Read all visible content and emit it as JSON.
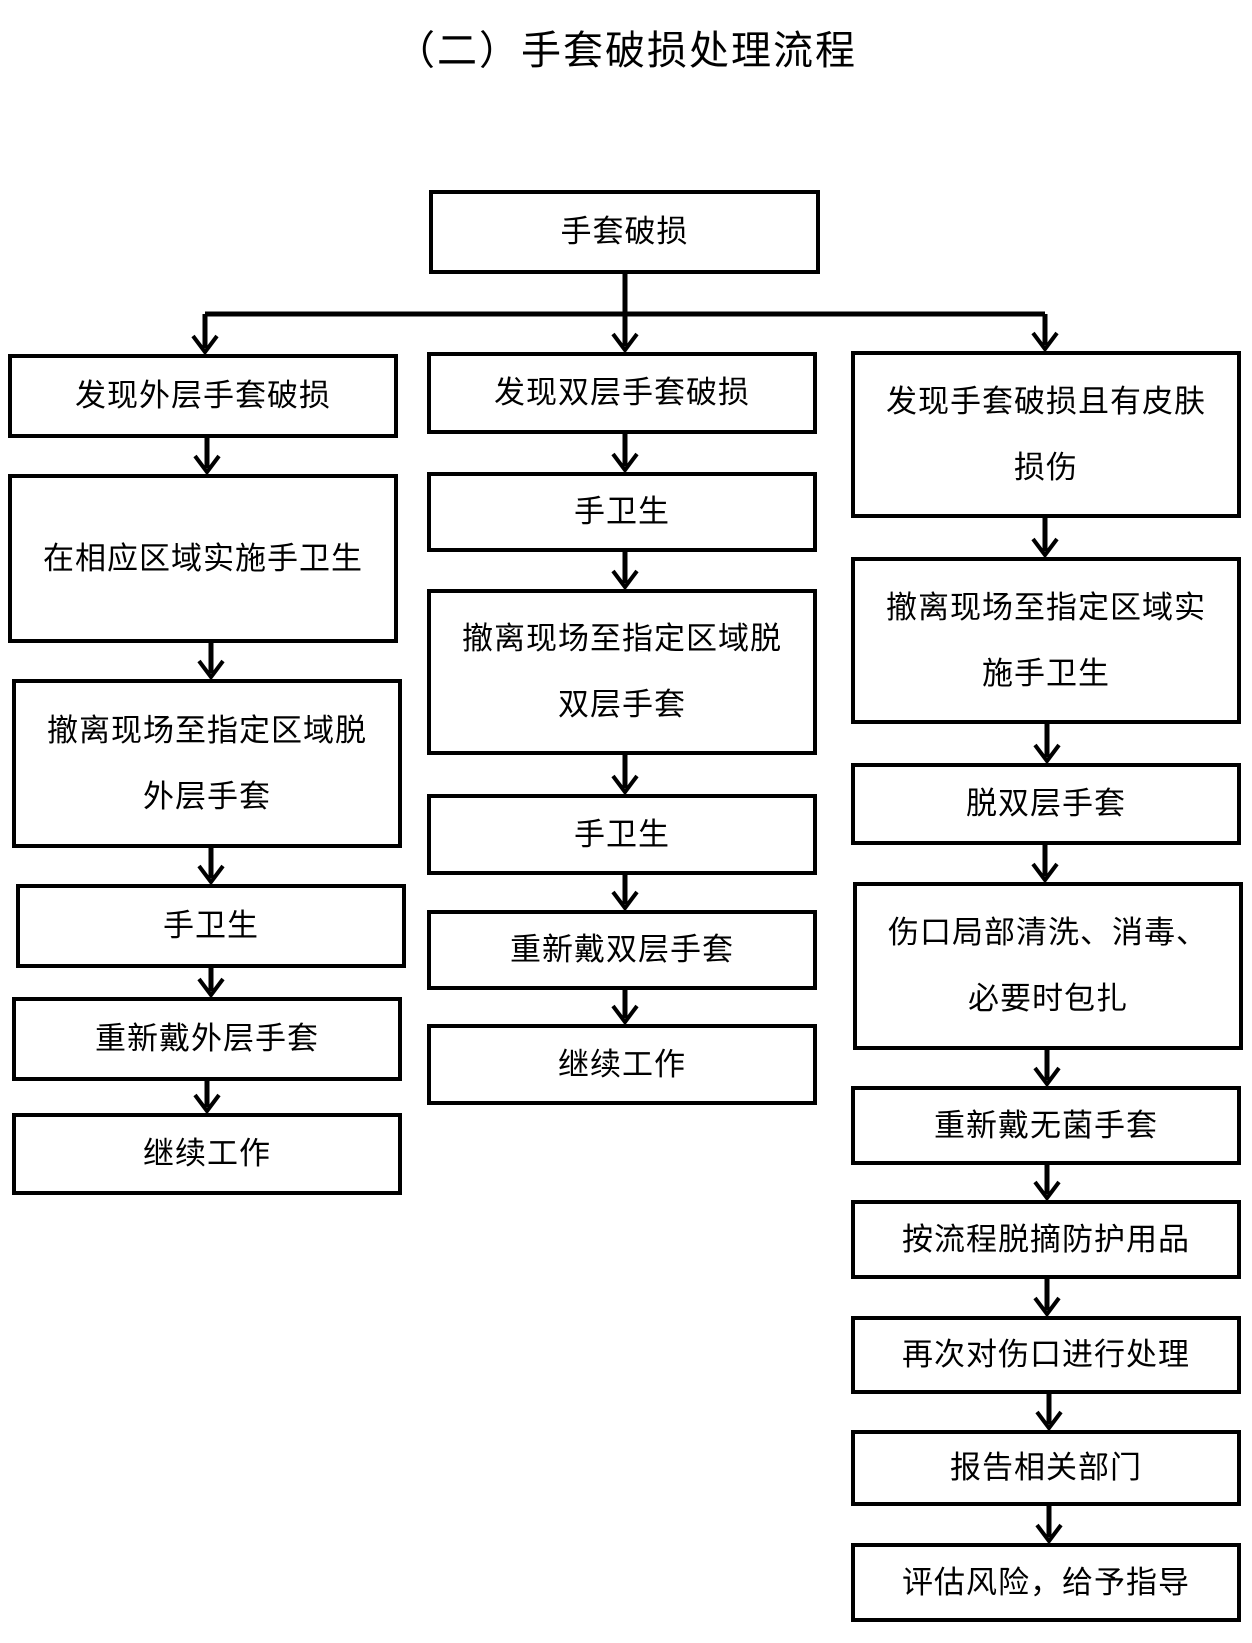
{
  "title": "（二）手套破损处理流程",
  "root": "手套破损",
  "col1": {
    "header": "发现外层手套破损",
    "steps": [
      "在相应区域实施手卫生",
      "撤离现场至指定区域脱外层手套",
      "手卫生",
      "重新戴外层手套",
      "继续工作"
    ]
  },
  "col2": {
    "header": "发现双层手套破损",
    "steps": [
      "手卫生",
      "撤离现场至指定区域脱双层手套",
      "手卫生",
      "重新戴双层手套",
      "继续工作"
    ]
  },
  "col3": {
    "header": "发现手套破损且有皮肤损伤",
    "steps": [
      "撤离现场至指定区域实施手卫生",
      "脱双层手套",
      "伤口局部清洗、消毒、必要时包扎",
      "重新戴无菌手套",
      "按流程脱摘防护用品",
      "再次对伤口进行处理",
      "报告相关部门",
      "评估风险，给予指导"
    ]
  }
}
